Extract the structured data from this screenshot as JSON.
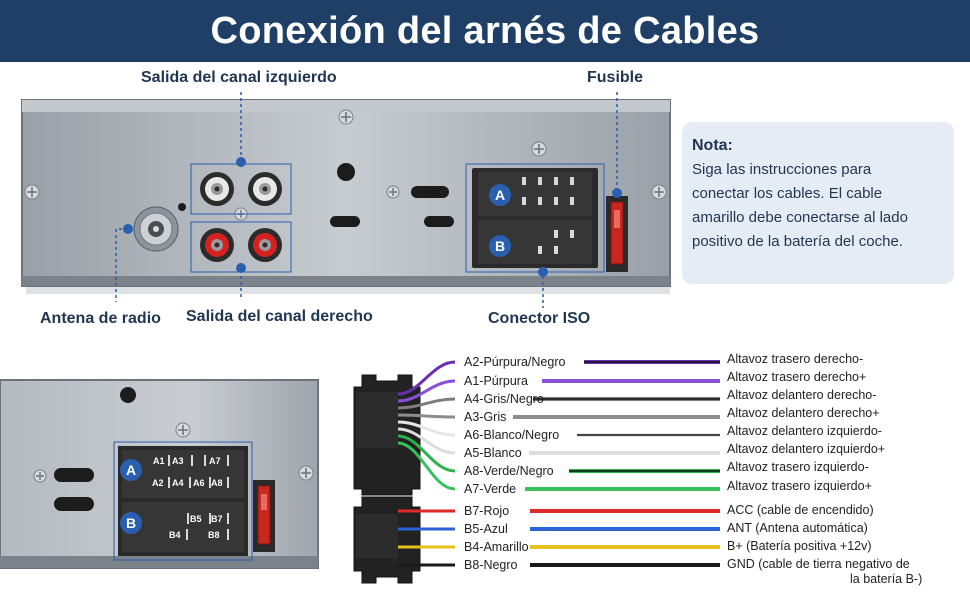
{
  "title": "Conexión del arnés de Cables",
  "labels": {
    "left_channel": "Salida del canal izquierdo",
    "fuse": "Fusible",
    "antenna": "Antena de radio",
    "right_channel": "Salida del canal derecho",
    "iso": "Conector ISO"
  },
  "note": {
    "title": "Nota:",
    "lines": [
      "Siga las instrucciones para",
      "conectar los cables. El cable",
      "amarillo debe conectarse al lado",
      "positivo de la batería del coche."
    ]
  },
  "connector_letters": {
    "a": "A",
    "b": "B"
  },
  "detail_pins": {
    "a_top": [
      "A1",
      "A3",
      "A7"
    ],
    "a_bottom": [
      "A2",
      "A4",
      "A6",
      "A8"
    ],
    "b_top": [
      "B5",
      "B7"
    ],
    "b_bottom": [
      "B4",
      "B8"
    ]
  },
  "wires_a": [
    {
      "pin": "A2-Púrpura/Negro",
      "dest": "Altavoz trasero derecho-",
      "color": "#6a2fb5",
      "stripe": "#111111"
    },
    {
      "pin": "A1-Púrpura",
      "dest": "Altavoz trasero derecho+",
      "color": "#8a4fd8",
      "stripe": ""
    },
    {
      "pin": "A4-Gris/Negro",
      "dest": "Altavoz delantero derecho-",
      "color": "#7d7d7d",
      "stripe": "#111111"
    },
    {
      "pin": "A3-Gris",
      "dest": "Altavoz delantero derecho+",
      "color": "#8c8c8c",
      "stripe": ""
    },
    {
      "pin": "A6-Blanco/Negro",
      "dest": "Altavoz delantero izquierdo-",
      "color": "#e6e6e6",
      "stripe": "#111111"
    },
    {
      "pin": "A5-Blanco",
      "dest": "Altavoz delantero izquierdo+",
      "color": "#dddddd",
      "stripe": ""
    },
    {
      "pin": "A8-Verde/Negro",
      "dest": "Altavoz trasero izquierdo-",
      "color": "#2bb24c",
      "stripe": "#111111"
    },
    {
      "pin": "A7-Verde",
      "dest": "Altavoz trasero izquierdo+",
      "color": "#35c25a",
      "stripe": ""
    }
  ],
  "wires_b": [
    {
      "pin": "B7-Rojo",
      "dest": "ACC (cable de encendido)",
      "dest2": "",
      "color": "#e02a2a",
      "stripe": ""
    },
    {
      "pin": "B5-Azul",
      "dest": "ANT (Antena automática)",
      "dest2": "",
      "color": "#2a63d6",
      "stripe": ""
    },
    {
      "pin": "B4-Amarillo",
      "dest": "B+ (Batería positiva +12v)",
      "dest2": "",
      "color": "#e6c21f",
      "stripe": ""
    },
    {
      "pin": "B8-Negro",
      "dest": "GND (cable de tierra negativo de",
      "dest2": "la batería B-)",
      "color": "#1a1a1a",
      "stripe": ""
    }
  ],
  "colors": {
    "banner": "#1f3f66",
    "accent": "#2a5fb0",
    "note_bg": "#e6ecf6"
  }
}
